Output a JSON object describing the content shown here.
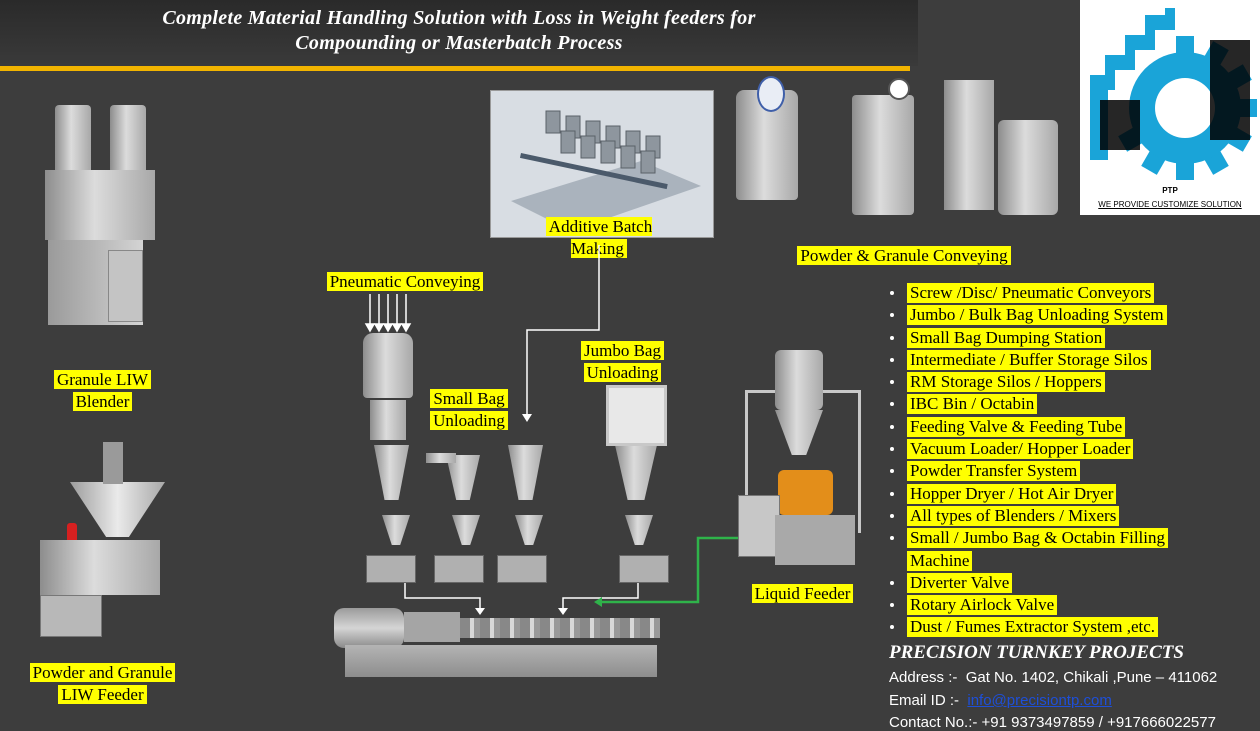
{
  "banner": {
    "title_line1": "Complete Material Handling Solution with Loss in Weight feeders for",
    "title_line2": "Compounding or Masterbatch Process",
    "accent_color": "#f2b400"
  },
  "logo": {
    "brand": "PTP",
    "tagline": "WE PROVIDE CUSTOMIZE SOLUTION",
    "color": "#1aa4d8"
  },
  "labels": {
    "additive": "Additive Batch Making",
    "powder_granule_conveying": "Powder & Granule Conveying",
    "pneumatic": "Pneumatic Conveying",
    "granule_liw_1": "Granule LIW",
    "granule_liw_2": "Blender",
    "small_bag_1": "Small Bag",
    "small_bag_2": "Unloading",
    "jumbo_bag_1": "Jumbo Bag",
    "jumbo_bag_2": "Unloading",
    "liquid_feeder": "Liquid Feeder",
    "powder_liw_1": "Powder and Granule",
    "powder_liw_2": "LIW Feeder"
  },
  "services": [
    "Screw /Disc/ Pneumatic Conveyors",
    "Jumbo / Bulk Bag Unloading System",
    "Small Bag Dumping Station",
    "Intermediate / Buffer Storage Silos",
    "RM Storage Silos / Hoppers",
    "IBC Bin / Octabin",
    "Feeding Valve & Feeding Tube",
    "Vacuum Loader/ Hopper Loader",
    "Powder Transfer System",
    "Hopper Dryer / Hot Air Dryer",
    "All types of Blenders / Mixers",
    "Small / Jumbo Bag & Octabin Filling",
    "Machine",
    "Diverter Valve",
    "Rotary Airlock Valve",
    "Dust / Fumes Extractor System ,etc."
  ],
  "company": {
    "name": "PRECISION TURNKEY PROJECTS",
    "address_label": "Address :-",
    "address": "Gat No. 1402, Chikali ,Pune – 411062",
    "email_label": "Email ID :-",
    "email": "info@precisiontp.com",
    "contact_label": "Contact No.:-",
    "contact": "+91 9373497859 / +917666022577"
  },
  "colors": {
    "highlight": "#ffff00",
    "background": "#3d3d3d",
    "liquid_line": "#2fb34a"
  }
}
